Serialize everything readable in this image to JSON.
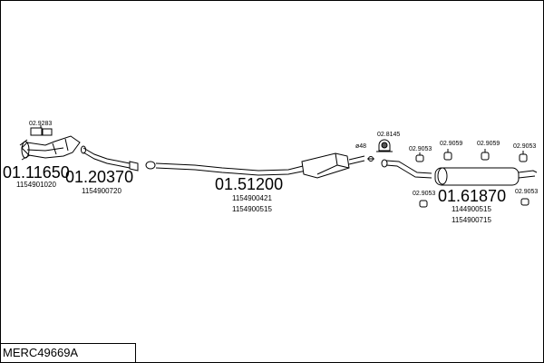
{
  "diagram_code": "MERC49669A",
  "parts": [
    {
      "number": "01.11650",
      "refs": [
        "1154901020"
      ]
    },
    {
      "number": "01.20370",
      "refs": [
        "1154900720"
      ]
    },
    {
      "number": "01.51200",
      "refs": [
        "1154900421",
        "1154900515"
      ]
    },
    {
      "number": "01.61870",
      "refs": [
        "1144900515",
        "1154900715"
      ]
    }
  ],
  "fittings": {
    "f9283": "02.9283",
    "f8145": "02.8145",
    "f48": "ø48",
    "f9053a": "02.9053",
    "f9059a": "02.9059",
    "f9059b": "02.9059",
    "f9053b": "02.9053",
    "f9053c": "02.9053",
    "f9053d": "02.9053"
  }
}
